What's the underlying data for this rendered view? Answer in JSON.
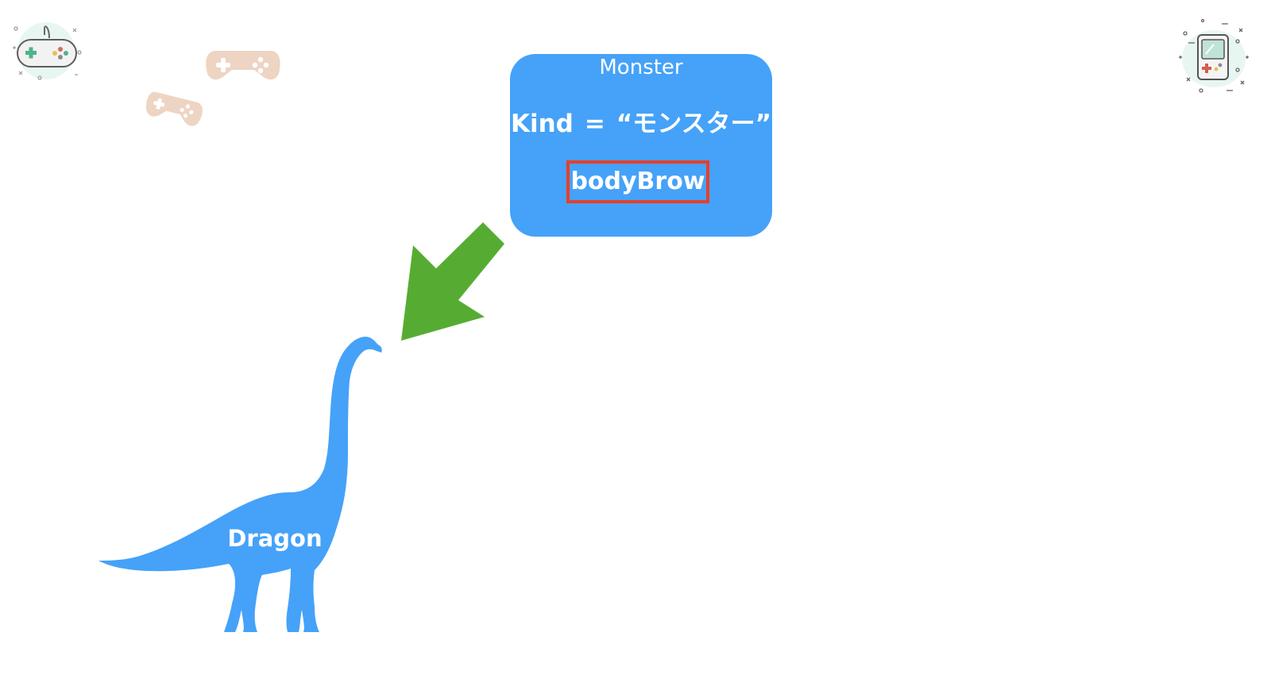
{
  "colors": {
    "accent_blue": "#45a2f8",
    "arrow_green": "#56ac33",
    "highlight_red": "#e53f2e",
    "controller_peach": "#eed4c3"
  },
  "monster": {
    "title": "Monster",
    "kind_name": "Kind",
    "kind_equals": "=",
    "kind_value": "“モンスター”",
    "method": "bodyBrow"
  },
  "dragon": {
    "label": "Dragon"
  },
  "icons": {
    "top_left": "gamepad-icon",
    "top_right": "handheld-console-icon",
    "decor": "controller-icon"
  }
}
